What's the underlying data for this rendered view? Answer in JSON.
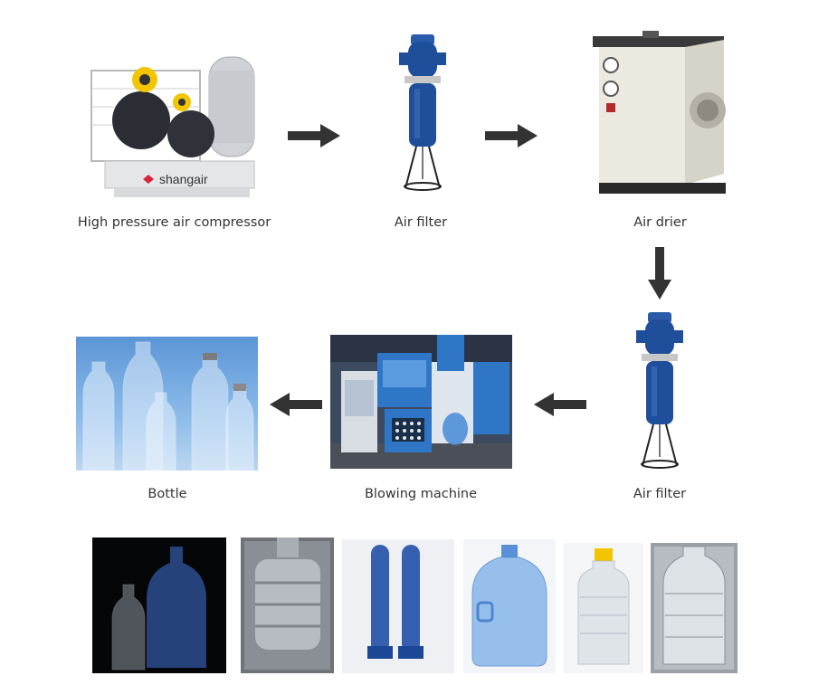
{
  "flow": {
    "compressor": {
      "label": "High pressure air compressor",
      "brand": "shangair"
    },
    "filter_1": {
      "label": "Air filter"
    },
    "drier": {
      "label": "Air drier"
    },
    "filter_2": {
      "label": "Air filter"
    },
    "blowing_machine": {
      "label": "Blowing machine"
    },
    "bottle": {
      "label": "Bottle"
    }
  },
  "colors": {
    "arrow": "#333333",
    "filter_blue": "#1f4e9a",
    "drier_body": "#ece9e0",
    "bottle_bg": "#7aaee0",
    "machine_blue": "#2f77c6"
  },
  "samples": [
    {
      "name": "pet-bottles-on-black"
    },
    {
      "name": "bottle-mold"
    },
    {
      "name": "blue-preforms"
    },
    {
      "name": "5-gallon-water-jug"
    },
    {
      "name": "oil-bottle-with-yellow-cap"
    },
    {
      "name": "bottle-in-mold"
    }
  ]
}
